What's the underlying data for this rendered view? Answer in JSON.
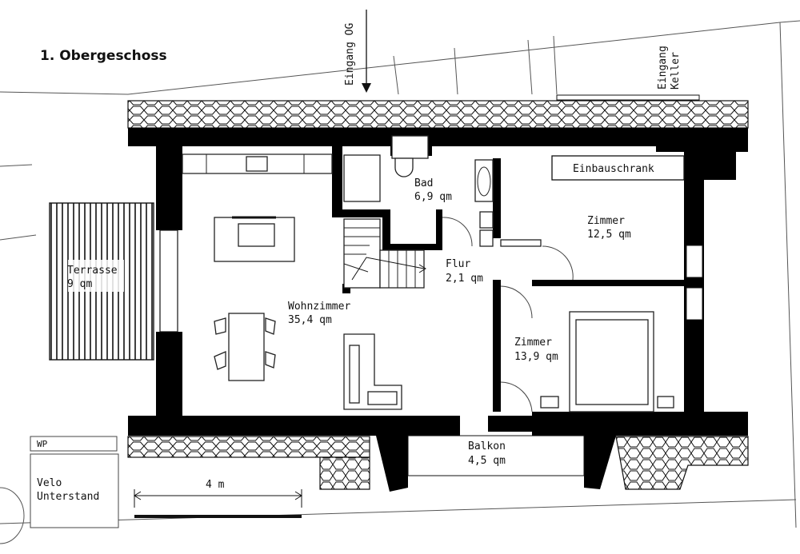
{
  "title": "1. Obergeschoss",
  "entrances": {
    "og": "Eingang OG",
    "keller_line1": "Eingang",
    "keller_line2": "Keller"
  },
  "rooms": {
    "bad": {
      "name": "Bad",
      "area": "6,9 qm"
    },
    "flur": {
      "name": "Flur",
      "area": "2,1 qm"
    },
    "wohnzimmer": {
      "name": "Wohnzimmer",
      "area": "35,4 qm"
    },
    "zimmer1": {
      "name": "Zimmer",
      "area": "12,5 qm"
    },
    "zimmer2": {
      "name": "Zimmer",
      "area": "13,9 qm"
    },
    "terrasse": {
      "name": "Terrasse",
      "area": "9 qm"
    },
    "balkon": {
      "name": "Balkon",
      "area": "4,5 qm"
    }
  },
  "einbauschrank": "Einbauschrank",
  "outside": {
    "wp": "WP",
    "velo_line1": "Velo",
    "velo_line2": "Unterstand"
  },
  "scale": {
    "label": "4 m"
  }
}
